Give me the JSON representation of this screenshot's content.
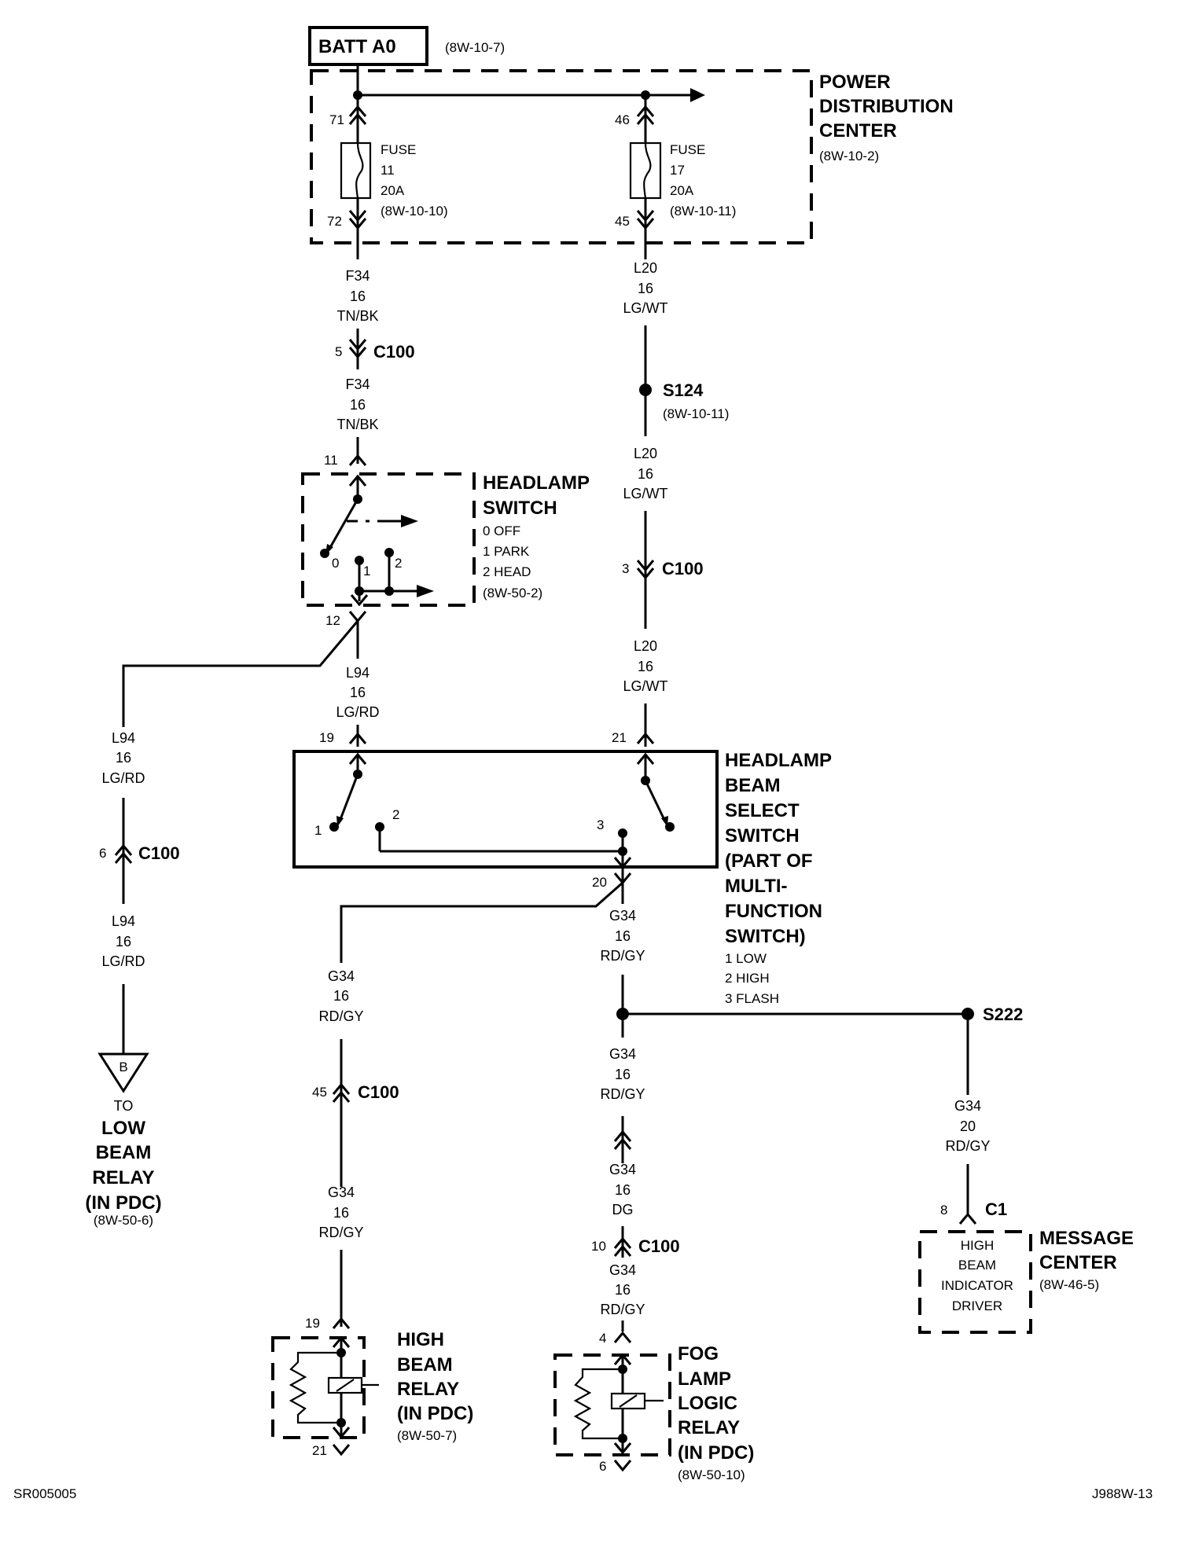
{
  "battery": {
    "label": "BATT A0",
    "ref": "(8W-10-7)"
  },
  "pdc": {
    "title_lines": [
      "POWER",
      "DISTRIBUTION",
      "CENTER"
    ],
    "ref": "(8W-10-2)",
    "fuse_left": {
      "pin_in": "71",
      "pin_out": "72",
      "lines": [
        "FUSE",
        "11",
        "20A",
        "(8W-10-10)"
      ]
    },
    "fuse_right": {
      "pin_in": "46",
      "pin_out": "45",
      "lines": [
        "FUSE",
        "17",
        "20A",
        "(8W-10-11)"
      ]
    }
  },
  "wires": {
    "f34_a": [
      "F34",
      "16",
      "TN/BK"
    ],
    "f34_b": [
      "F34",
      "16",
      "TN/BK"
    ],
    "l20_a": [
      "L20",
      "16",
      "LG/WT"
    ],
    "l20_b": [
      "L20",
      "16",
      "LG/WT"
    ],
    "l20_c": [
      "L20",
      "16",
      "LG/WT"
    ],
    "l94_mid": [
      "L94",
      "16",
      "LG/RD"
    ],
    "l94_left_a": [
      "L94",
      "16",
      "LG/RD"
    ],
    "l94_left_b": [
      "L94",
      "16",
      "LG/RD"
    ],
    "g34_center_a": [
      "G34",
      "16",
      "RD/GY"
    ],
    "g34_center_b": [
      "G34",
      "16",
      "RD/GY"
    ],
    "g34_center_c": [
      "G34",
      "16",
      "DG"
    ],
    "g34_center_d": [
      "G34",
      "16",
      "RD/GY"
    ],
    "g34_left_a": [
      "G34",
      "16",
      "RD/GY"
    ],
    "g34_left_b": [
      "G34",
      "16",
      "RD/GY"
    ],
    "g34_right": [
      "G34",
      "20",
      "RD/GY"
    ]
  },
  "connectors": {
    "c100_5": {
      "pin": "5",
      "name": "C100"
    },
    "c100_3": {
      "pin": "3",
      "name": "C100"
    },
    "c100_6": {
      "pin": "6",
      "name": "C100"
    },
    "c100_45": {
      "pin": "45",
      "name": "C100"
    },
    "c100_10": {
      "pin": "10",
      "name": "C100"
    },
    "c1_8": {
      "pin": "8",
      "name": "C1"
    }
  },
  "splices": {
    "s124": {
      "name": "S124",
      "ref": "(8W-10-11)"
    },
    "s222": {
      "name": "S222"
    }
  },
  "headlamp_switch": {
    "title_lines": [
      "HEADLAMP",
      "SWITCH"
    ],
    "positions": [
      "0 OFF",
      "1 PARK",
      "2 HEAD"
    ],
    "ref": "(8W-50-2)",
    "pin_in": "11",
    "pin_out": "12",
    "contact_labels": [
      "0",
      "1",
      "2"
    ]
  },
  "beam_switch": {
    "title_lines": [
      "HEADLAMP",
      "BEAM",
      "SELECT",
      "SWITCH",
      "(PART OF",
      "MULTI-",
      "FUNCTION",
      "SWITCH)"
    ],
    "positions": [
      "1 LOW",
      "2 HIGH",
      "3 FLASH"
    ],
    "pin_left": "19",
    "pin_right": "21",
    "pin_out": "20",
    "contact_labels": [
      "1",
      "2",
      "3"
    ]
  },
  "low_beam": {
    "tag": "B",
    "to": "TO",
    "title_lines": [
      "LOW",
      "BEAM",
      "RELAY",
      "(IN PDC)"
    ],
    "ref": "(8W-50-6)"
  },
  "high_beam_relay": {
    "title_lines": [
      "HIGH",
      "BEAM",
      "RELAY",
      "(IN PDC)"
    ],
    "ref": "(8W-50-7)",
    "pin_in": "19",
    "pin_out": "21"
  },
  "fog_relay": {
    "title_lines": [
      "FOG",
      "LAMP",
      "LOGIC",
      "RELAY",
      "(IN PDC)"
    ],
    "ref": "(8W-50-10)",
    "pin_in": "4",
    "pin_out": "6"
  },
  "message_center": {
    "title_lines": [
      "MESSAGE",
      "CENTER"
    ],
    "ref": "(8W-46-5)",
    "inner_lines": [
      "HIGH",
      "BEAM",
      "INDICATOR",
      "DRIVER"
    ]
  },
  "footer": {
    "left": "SR005005",
    "right": "J988W-13"
  }
}
